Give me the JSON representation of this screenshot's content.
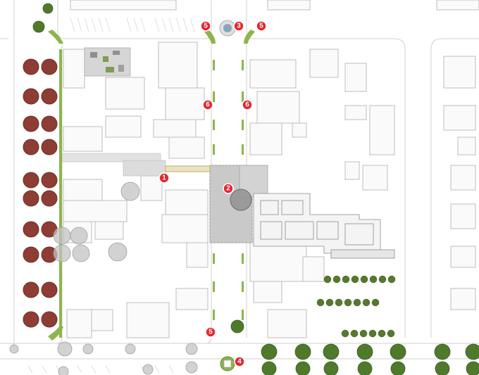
{
  "markers": [
    {
      "id": "marker-1",
      "label": "1"
    },
    {
      "id": "marker-2",
      "label": "2"
    },
    {
      "id": "marker-3",
      "label": "3"
    },
    {
      "id": "marker-4",
      "label": "4"
    },
    {
      "id": "marker-5a",
      "label": "5"
    },
    {
      "id": "marker-5b",
      "label": "5"
    },
    {
      "id": "marker-5c",
      "label": "5"
    },
    {
      "id": "marker-6a",
      "label": "6"
    },
    {
      "id": "marker-6b",
      "label": "6"
    }
  ],
  "colors": {
    "marker": "#e3262f",
    "street_tree": "#8e3d34",
    "park_tree": "#4f7a2c",
    "planting": "#8db54b",
    "plaza": "#c9c9c9",
    "building_line": "#b8b8b8"
  }
}
